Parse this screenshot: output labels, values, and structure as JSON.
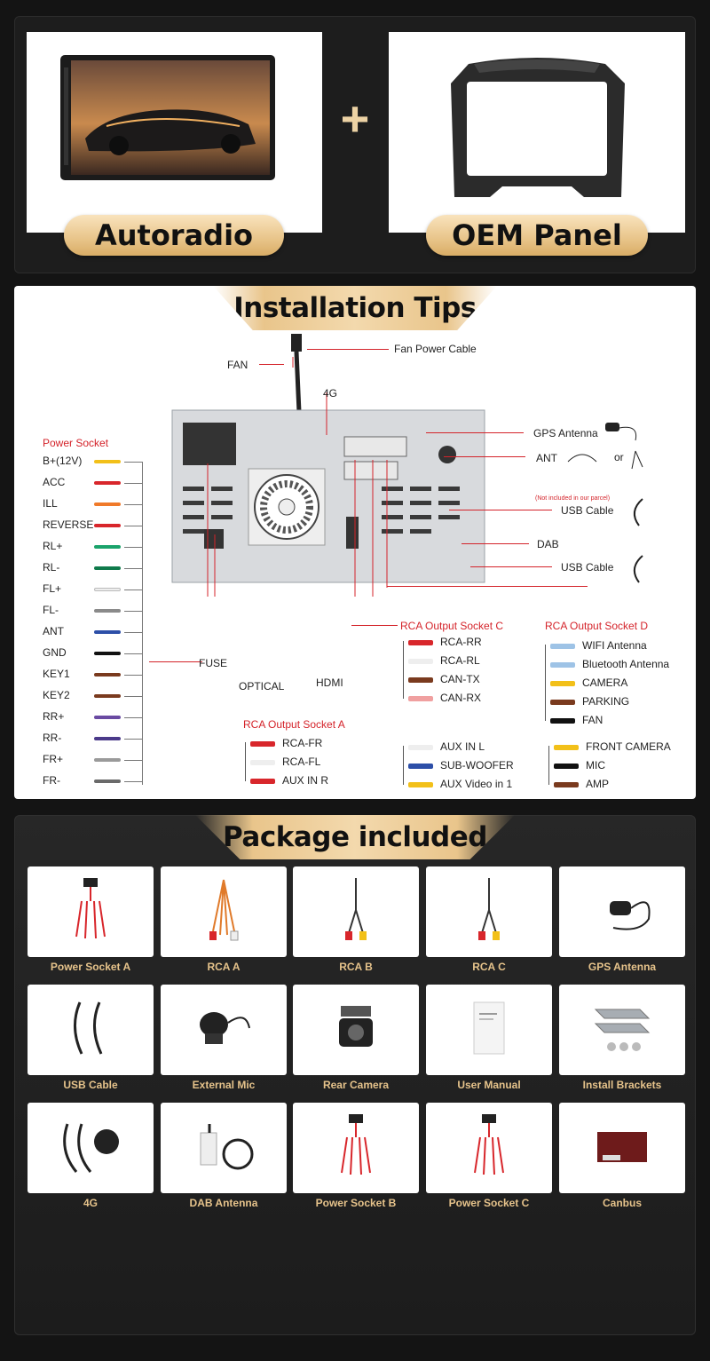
{
  "top": {
    "autoradio_label": "Autoradio",
    "oem_label": "OEM Panel",
    "plus": "+"
  },
  "tips": {
    "title": "Installation Tips",
    "fan_power_cable": "Fan Power Cable",
    "fan": "FAN",
    "four_g": "4G",
    "gps_antenna": "GPS Antenna",
    "ant": "ANT",
    "or": "or",
    "not_included": "(Not included in our parcel)",
    "usb_cable_1": "USB Cable",
    "dab": "DAB",
    "usb_cable_2": "USB Cable",
    "fuse": "FUSE",
    "optical": "OPTICAL",
    "hdmi": "HDMI",
    "power_socket": {
      "title": "Power Socket",
      "items": [
        {
          "label": "B+(12V)",
          "color": "#f2c019"
        },
        {
          "label": "ACC",
          "color": "#d8262b"
        },
        {
          "label": "ILL",
          "color": "#f07a2a"
        },
        {
          "label": "REVERSE",
          "color": "#d8262b"
        },
        {
          "label": "RL+",
          "color": "#1aa36b"
        },
        {
          "label": "RL-",
          "color": "#0f7a4b"
        },
        {
          "label": "FL+",
          "color": "#eeeeee"
        },
        {
          "label": "FL-",
          "color": "#8a8a8a"
        },
        {
          "label": "ANT",
          "color": "#2d4fa8"
        },
        {
          "label": "GND",
          "color": "#111111"
        },
        {
          "label": "KEY1",
          "color": "#7a3a1e"
        },
        {
          "label": "KEY2",
          "color": "#7a3a1e"
        },
        {
          "label": "RR+",
          "color": "#6a4aa2"
        },
        {
          "label": "RR-",
          "color": "#4b3a8a"
        },
        {
          "label": "FR+",
          "color": "#9a9a9a"
        },
        {
          "label": "FR-",
          "color": "#6a6a6a"
        }
      ]
    },
    "socket_a": {
      "title": "RCA Output Socket A",
      "items": [
        "RCA-FR",
        "RCA-FL",
        "AUX IN R"
      ]
    },
    "socket_c": {
      "title": "RCA Output Socket C",
      "items": [
        "RCA-RR",
        "RCA-RL",
        "CAN-TX",
        "CAN-RX"
      ]
    },
    "socket_d": {
      "title": "RCA Output Socket D",
      "items": [
        "WIFI Antenna",
        "Bluetooth Antenna",
        "CAMERA",
        "PARKING",
        "FAN"
      ]
    },
    "socket_b": {
      "items": [
        "AUX IN L",
        "SUB-WOOFER",
        "AUX Video in 1"
      ]
    },
    "socket_e": {
      "items": [
        "FRONT CAMERA",
        "MIC",
        "AMP"
      ]
    }
  },
  "package": {
    "title": "Package included",
    "items": [
      {
        "label": "Power Socket A",
        "icon": "harness-icon"
      },
      {
        "label": "RCA  A",
        "icon": "rca-harness-icon"
      },
      {
        "label": "RCA  B",
        "icon": "rca-cable-icon"
      },
      {
        "label": "RCA  C",
        "icon": "rca-cable-icon"
      },
      {
        "label": "GPS Antenna",
        "icon": "gps-antenna-icon"
      },
      {
        "label": "USB Cable",
        "icon": "usb-cable-icon"
      },
      {
        "label": "External Mic",
        "icon": "microphone-icon"
      },
      {
        "label": "Rear Camera",
        "icon": "camera-icon"
      },
      {
        "label": "User Manual",
        "icon": "manual-icon"
      },
      {
        "label": "Install Brackets",
        "icon": "bracket-icon"
      },
      {
        "label": "4G",
        "icon": "4g-antenna-icon"
      },
      {
        "label": "DAB Antenna",
        "icon": "dab-antenna-icon"
      },
      {
        "label": "Power Socket B",
        "icon": "harness-icon"
      },
      {
        "label": "Power Socket C",
        "icon": "harness-icon"
      },
      {
        "label": "Canbus",
        "icon": "canbus-box-icon"
      }
    ]
  }
}
